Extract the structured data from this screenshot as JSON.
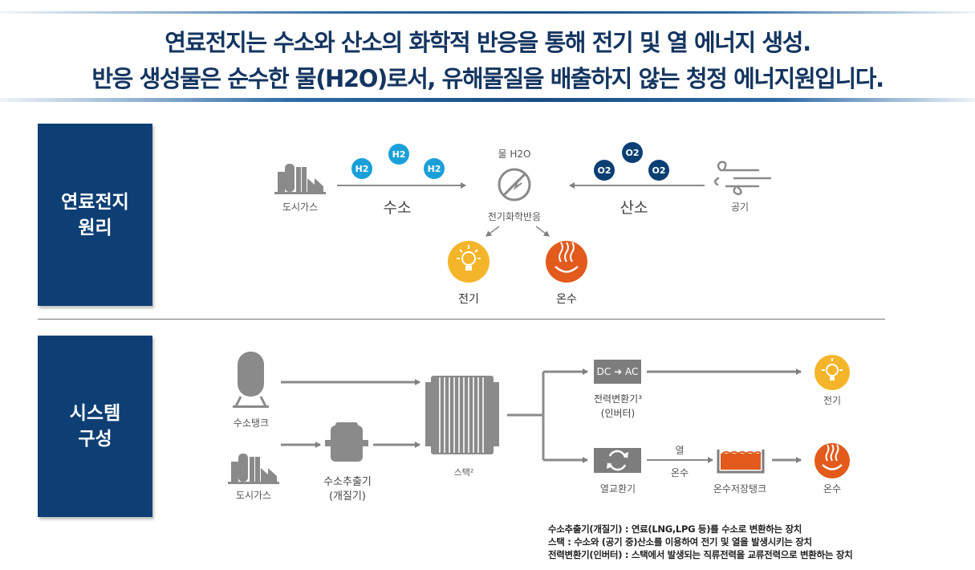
{
  "header": {
    "line1": "연료전지는 수소와 산소의 화학적 반응을 통해 전기 및 열 에너지 생성.",
    "line2": "반응 생성물은 순수한 물(H2O)로서, 유해물질을 배출하지 않는 청정 에너지원입니다."
  },
  "sections": {
    "principle": "연료전지\n원리",
    "system": "시스템\n구성"
  },
  "principle": {
    "city_gas": "도시가스",
    "hydrogen": "수소",
    "oxygen": "산소",
    "air": "공기",
    "water": "물 H2O",
    "reaction": "전기화학반응",
    "electricity": "전기",
    "hot_water": "온수",
    "h2_label": "H2",
    "o2_label": "O2"
  },
  "system": {
    "hydrogen_tank": "수소탱크",
    "city_gas": "도시가스",
    "reformer": "수소추출기\n(개질기)",
    "stack": "스택²",
    "converter_box": "DC ➔ AC",
    "converter": "전력변환기³\n(인버터)",
    "electricity": "전기",
    "heat_exchanger": "열교환기",
    "heat": "열",
    "hot_water_flow": "온수",
    "storage_tank": "온수저장탱크",
    "hot_water": "온수"
  },
  "notes": [
    "수소추출기(개질기) : 연료(LNG,LPG 등)를 수소로 변환하는 장치",
    "스택 : 수소와 (공기 중)산소를 이용하여 전기 및 열을 발생시키는 장치",
    "전력변환기(인버터) : 스택에서 발생되는 직류전력을 교류전력으로 변환하는 장치"
  ],
  "colors": {
    "navy": "#0d3f74",
    "hydrogen_blue": "#1aa0d8",
    "oxygen_navy": "#0b3f73",
    "electric_yellow": "#f5b52a",
    "hot_water_orange": "#e25a1c",
    "icon_gray": "#7d7d7d"
  }
}
